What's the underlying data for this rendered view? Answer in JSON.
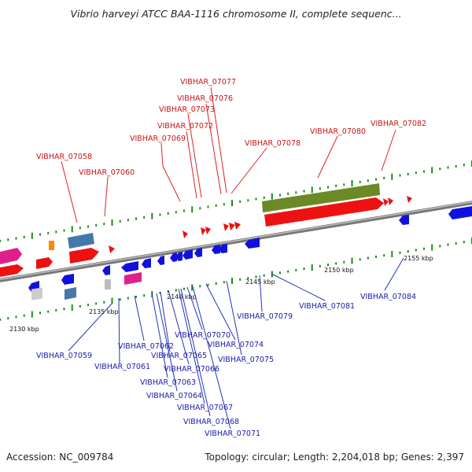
{
  "title": "Vibrio harveyi ATCC BAA-1116 chromosome II, complete sequenc...",
  "footer": {
    "accession": "Accession: NC_009784",
    "summary": "Topology: circular; Length: 2,204,018 bp; Genes: 2,397"
  },
  "colors": {
    "upper_label": "#cc1111",
    "lower_label": "#1a1aaa",
    "backbone": "#8a8a8a",
    "minor_tick": "#1a8a1a"
  },
  "scale_ticks": [
    "2130 kbp",
    "2135 kbp",
    "2140 kbp",
    "2145 kbp",
    "2150 kbp",
    "2155 kbp"
  ],
  "upper_labels": [
    "VIBHAR_07058",
    "VIBHAR_07060",
    "VIBHAR_07069",
    "VIBHAR_07072",
    "VIBHAR_07073",
    "VIBHAR_07076",
    "VIBHAR_07077",
    "VIBHAR_07078",
    "VIBHAR_07080",
    "VIBHAR_07082"
  ],
  "lower_labels": [
    "VIBHAR_07059",
    "VIBHAR_07061",
    "VIBHAR_07062",
    "VIBHAR_07063",
    "VIBHAR_07064",
    "VIBHAR_07065",
    "VIBHAR_07066",
    "VIBHAR_07067",
    "VIBHAR_07068",
    "VIBHAR_07070",
    "VIBHAR_07071",
    "VIBHAR_07074",
    "VIBHAR_07075",
    "VIBHAR_07079",
    "VIBHAR_07081",
    "VIBHAR_07084"
  ]
}
